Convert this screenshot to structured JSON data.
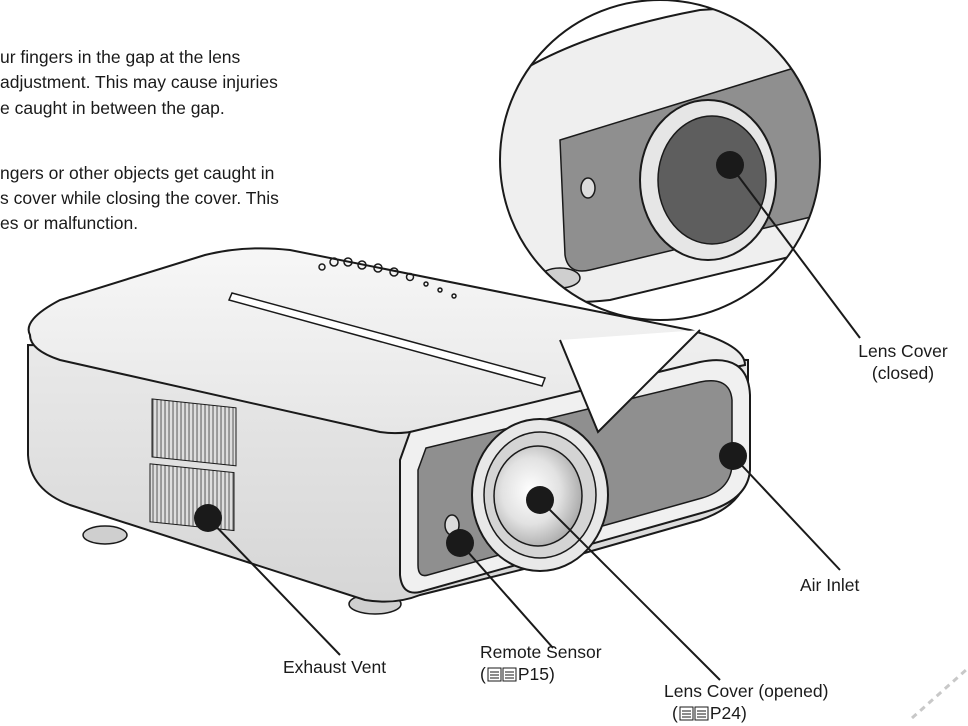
{
  "warnings": [
    "ur fingers in  the gap at the  lens",
    "adjustment. This may cause injuries",
    "e caught in between the gap.",
    "ngers or other objects get caught in",
    "s cover while closing the cover.  This",
    "es or malfunction."
  ],
  "labels": {
    "lens_cover_closed": "Lens Cover",
    "lens_cover_closed_sub": "(closed)",
    "air_inlet": "Air Inlet",
    "exhaust_vent": "Exhaust Vent",
    "remote_sensor": "Remote Sensor",
    "remote_sensor_ref_open": "(",
    "remote_sensor_ref_page": "P15)",
    "lens_cover_opened": "Lens Cover (opened)",
    "lens_cover_opened_ref_open": "(",
    "lens_cover_opened_ref_page": "P24)"
  },
  "icons": {
    "reference": "manual-book-icon",
    "callout_marker": "black-dot"
  },
  "colors": {
    "line": "#1a1a1a",
    "body": "#ececec",
    "panel": "#8f8f8f",
    "lens_dark": "#5e5e5e"
  }
}
